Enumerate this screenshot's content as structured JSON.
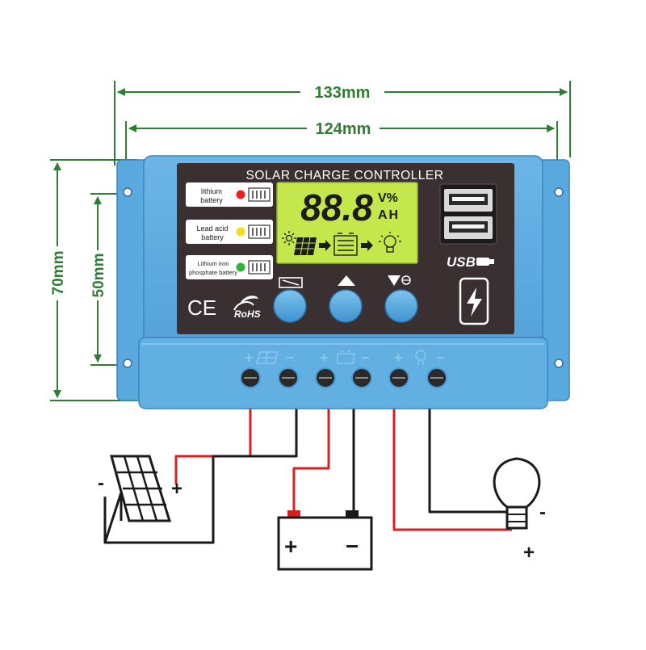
{
  "dimensions": {
    "overall_width": "133mm",
    "inner_width": "124mm",
    "overall_height": "70mm",
    "inner_height": "50mm"
  },
  "panel": {
    "title": "SOLAR CHARGE CONTROLLER",
    "battery_types": [
      {
        "line1": "lithium",
        "line2": "battery",
        "led_color": "#e8231f"
      },
      {
        "line1": "Lead acid",
        "line2": "battery",
        "led_color": "#f2e01c"
      },
      {
        "line1": "Lithium iron",
        "line2": "phosphate battery",
        "led_color": "#2fb539"
      }
    ],
    "lcd": {
      "digits": "88.8",
      "unit_top": "V%",
      "unit_bottom": "AH"
    },
    "usb_label": "USB",
    "ce_mark": "CE",
    "rohs_mark": "RoHS",
    "button_icons": [
      "menu-icon",
      "up-icon",
      "down-icon"
    ]
  },
  "terminals": {
    "plus": "+",
    "minus": "−"
  },
  "wiring": {
    "solar_plus": "+",
    "solar_minus": "-",
    "battery_plus": "+",
    "battery_minus": "−",
    "bulb_minus": "-",
    "bulb_plus": "+"
  },
  "colors": {
    "housing": "#5aa9de",
    "faceplate": "#3a3032",
    "lcd": "#c4e84c",
    "dimension_line": "#2e7d32",
    "wire_red": "#d42020",
    "wire_black": "#1a1a1a"
  }
}
